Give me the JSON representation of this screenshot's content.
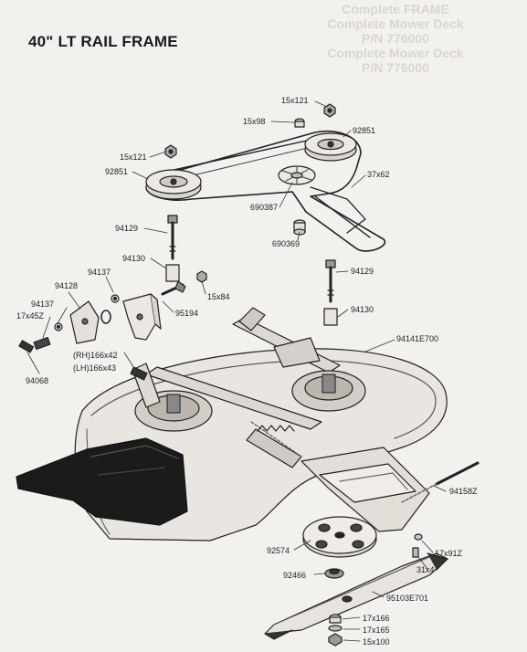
{
  "title": "40\" LT RAIL FRAME",
  "ghost_text": {
    "line1": "Complete FRAME",
    "line2": "Complete Mower Deck",
    "line3": "P/N 776000",
    "line4": "Complete Mower Deck",
    "line5": "P/N 776000"
  },
  "callouts": [
    {
      "id": "c1",
      "text": "15x121"
    },
    {
      "id": "c2",
      "text": "15x98"
    },
    {
      "id": "c3",
      "text": "92851"
    },
    {
      "id": "c4",
      "text": "15x121"
    },
    {
      "id": "c5",
      "text": "92851"
    },
    {
      "id": "c6",
      "text": "37x62"
    },
    {
      "id": "c7",
      "text": "690387"
    },
    {
      "id": "c8",
      "text": "94129"
    },
    {
      "id": "c9",
      "text": "690369"
    },
    {
      "id": "c10",
      "text": "94130"
    },
    {
      "id": "c11",
      "text": "94129"
    },
    {
      "id": "c12",
      "text": "94128"
    },
    {
      "id": "c13",
      "text": "94137"
    },
    {
      "id": "c14",
      "text": "15x84"
    },
    {
      "id": "c15",
      "text": "94137"
    },
    {
      "id": "c16",
      "text": "17x45Z"
    },
    {
      "id": "c17",
      "text": "95194"
    },
    {
      "id": "c18",
      "text": "94130"
    },
    {
      "id": "c19",
      "text": "94141E700"
    },
    {
      "id": "c20",
      "text": "(RH)166x42"
    },
    {
      "id": "c21",
      "text": "(LH)166x43"
    },
    {
      "id": "c22",
      "text": "94068"
    },
    {
      "id": "c23",
      "text": "94158Z"
    },
    {
      "id": "c24",
      "text": "92574"
    },
    {
      "id": "c25",
      "text": "17x91Z"
    },
    {
      "id": "c26",
      "text": "31x4"
    },
    {
      "id": "c27",
      "text": "92466"
    },
    {
      "id": "c28",
      "text": "95103E701"
    },
    {
      "id": "c29",
      "text": "17x166"
    },
    {
      "id": "c30",
      "text": "17x165"
    },
    {
      "id": "c31",
      "text": "15x100"
    }
  ]
}
